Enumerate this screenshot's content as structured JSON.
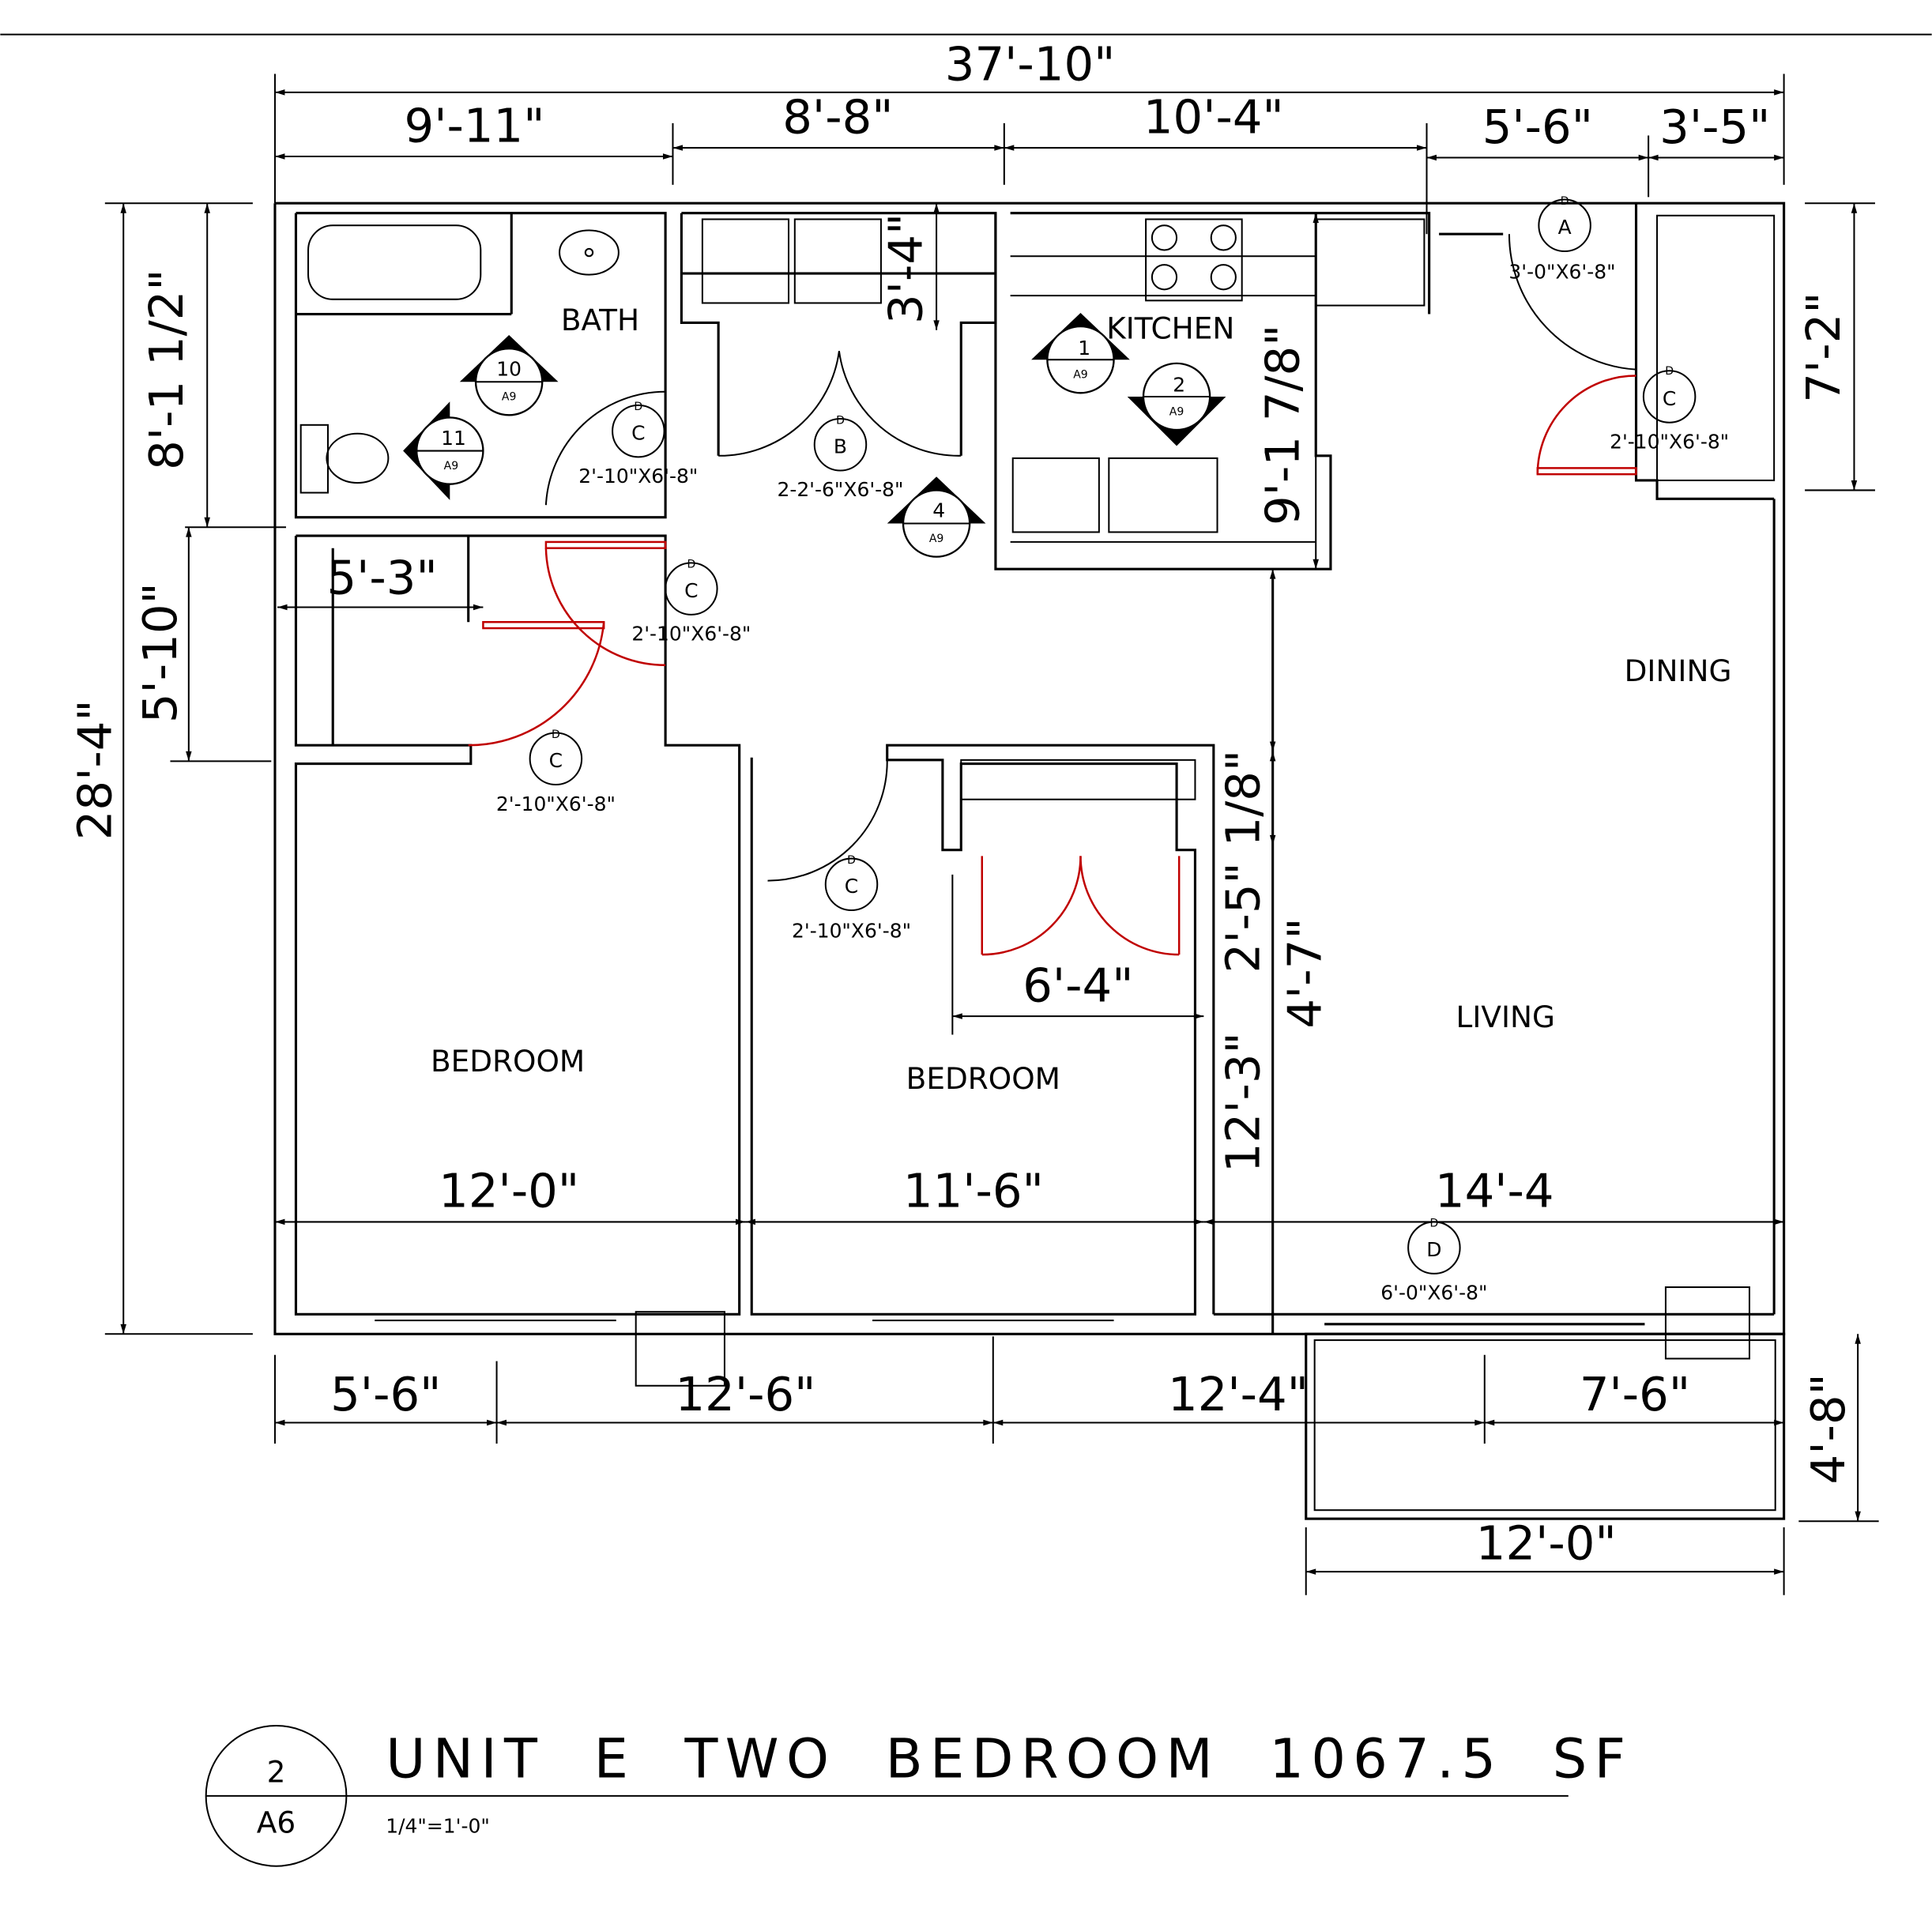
{
  "title_block": {
    "detail_number": "2",
    "sheet": "A6",
    "title": "UNIT  E  TWO  BEDROOM  1067.5  SF",
    "scale": "1/4\"=1'-0\""
  },
  "rooms": {
    "bath": "BATH",
    "kitchen": "KITCHEN",
    "dining": "DINING",
    "living": "LIVING",
    "bedroom_1": "BEDROOM",
    "bedroom_2": "BEDROOM"
  },
  "dimensions": {
    "overall_width": "37'-10\"",
    "top": [
      "9'-11\"",
      "8'-8\"",
      "10'-4\"",
      "5'-6\"",
      "3'-5\""
    ],
    "overall_depth": "28'-4\"",
    "left": [
      "8'-1 1/2\"",
      "5'-10\""
    ],
    "closet_width": "5'-3\"",
    "right": [
      "7'-2\"",
      "4'-8\""
    ],
    "kitchen_counter": "3'-4\"",
    "kitchen_depth": "9'-1 7/8\"",
    "small_gap": "1/8\"",
    "living_a": "4'-7\"",
    "living_b": "2'-5\"",
    "living_depth": "12'-3\"",
    "closet_door": "6'-4\"",
    "room_widths": [
      "12'-0\"",
      "11'-6\"",
      "14'-4"
    ],
    "bottom": [
      "5'-6\"",
      "12'-6\"",
      "12'-4\"",
      "7'-6\""
    ],
    "balcony_width": "12'-0\""
  },
  "door_tags": [
    {
      "letter": "A",
      "size": "3'-0\"X6'-8\""
    },
    {
      "letter": "C",
      "size": "2'-10\"X6'-8\""
    },
    {
      "letter": "B",
      "size": "2-2'-6\"X6'-8\""
    },
    {
      "letter": "C",
      "size": "2'-10\"X6'-8\""
    },
    {
      "letter": "C",
      "size": "2'-10\"X6'-8\""
    },
    {
      "letter": "C",
      "size": "2'-10\"X6'-8\""
    },
    {
      "letter": "C",
      "size": "2'-10\"X6'-8\""
    },
    {
      "letter": "D",
      "size": "6'-0\"X6'-8\""
    }
  ],
  "door_tag_prefix": "D",
  "section_markers": [
    {
      "number": "10",
      "sheet": "A9"
    },
    {
      "number": "11",
      "sheet": "A9"
    },
    {
      "number": "1",
      "sheet": "A9"
    },
    {
      "number": "2",
      "sheet": "A9"
    },
    {
      "number": "4",
      "sheet": "A9"
    }
  ],
  "colors": {
    "lines": "#000000",
    "new_doors": "#c00000"
  }
}
